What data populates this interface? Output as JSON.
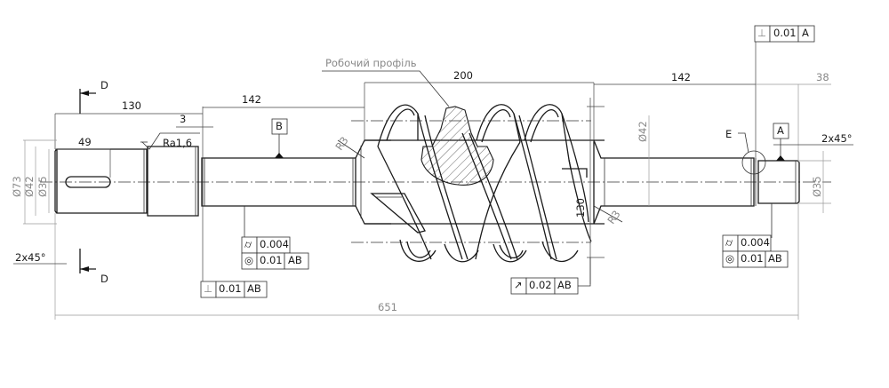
{
  "drawing": {
    "title_label": "Робочий профіль",
    "part": "worm shaft",
    "dimensions": {
      "overall_length": "651",
      "left_journal_length": "130",
      "key_slot_length": "49",
      "shoulder_gap": "3",
      "left_shaft_length": "142",
      "worm_length": "200",
      "right_shaft_length": "142",
      "right_journal_length": "38",
      "worm_outer_dia": "130",
      "dia_73": "Ø73",
      "dia_42_left": "Ø42",
      "dia_35_left": "Ø35",
      "dia_42_right": "Ø42",
      "dia_35_right": "Ø35",
      "chamfer_left": "2x45°",
      "chamfer_right": "2x45°",
      "fillet_left": "R3",
      "fillet_right": "R3",
      "roughness": "Ra1,6"
    },
    "section_marks": {
      "top": "D",
      "bottom": "D"
    },
    "detail_label": "E",
    "datums": {
      "a": "A",
      "b": "B"
    },
    "tolerance_frames": [
      {
        "id": "perp-top-right",
        "symbol": "⊥",
        "value": "0.01",
        "datum": "A"
      },
      {
        "id": "cyl-left",
        "symbol": "⌭",
        "value": "0.004",
        "datum": ""
      },
      {
        "id": "conc-left",
        "symbol": "◎",
        "value": "0.01",
        "datum": "AB"
      },
      {
        "id": "perp-left",
        "symbol": "⊥",
        "value": "0.01",
        "datum": "AB"
      },
      {
        "id": "runout-worm",
        "symbol": "↗",
        "value": "0.02",
        "datum": "AB"
      },
      {
        "id": "cyl-right",
        "symbol": "⌭",
        "value": "0.004",
        "datum": ""
      },
      {
        "id": "conc-right",
        "symbol": "◎",
        "value": "0.01",
        "datum": "AB"
      }
    ]
  }
}
